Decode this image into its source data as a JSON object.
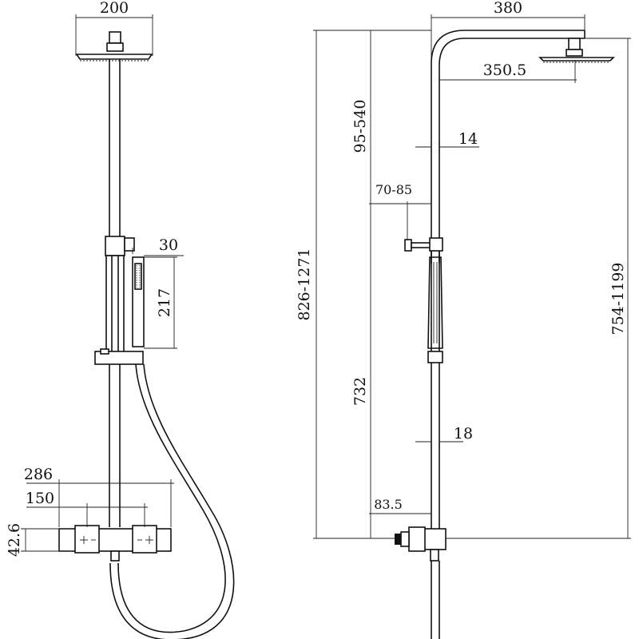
{
  "dimensions": {
    "head_width": "200",
    "arm_reach": "380",
    "head_offset": "350.5",
    "top_height_range": "95-540",
    "pipe_diameter_top": "14",
    "holder_offset": "70-85",
    "handshower_width": "30",
    "handshower_length": "217",
    "total_height_range": "826-1271",
    "pipe_height_range": "754-1199",
    "lower_height": "732",
    "pipe_diameter_bottom": "18",
    "valve_centres_outer": "286",
    "valve_centres_inner": "150",
    "valve_height": "42.6",
    "wall_offset": "83.5"
  }
}
